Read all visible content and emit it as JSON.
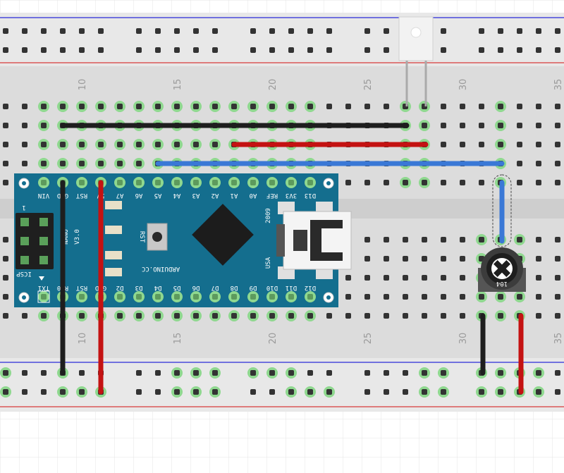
{
  "breadboard": {
    "column_numbers": [
      "10",
      "15",
      "20",
      "25",
      "30",
      "35"
    ]
  },
  "arduino": {
    "chip": "",
    "model_line1": "NANO",
    "model_line2": "V3.0",
    "brand": "ARDUINO.CC",
    "year": "2009",
    "country": "USA",
    "rst_button": "RST",
    "icsp": "ICSP",
    "pin1_mark": "1",
    "top_pins": [
      "D13",
      "3V3",
      "REF",
      "A0",
      "A1",
      "A2",
      "A3",
      "A4",
      "A5",
      "A6",
      "A7",
      "5V",
      "RST",
      "GND",
      "VIN"
    ],
    "bottom_pins": [
      "D12",
      "D11",
      "D10",
      "D9",
      "D8",
      "D7",
      "D6",
      "D5",
      "D4",
      "D3",
      "D2",
      "GND",
      "RST",
      "RX0",
      "TX1"
    ]
  },
  "potentiometer": {
    "code": "104"
  },
  "colors": {
    "wire_black": "#1e1e1e",
    "wire_red": "#c41212",
    "wire_blue": "#3a78d6",
    "board": "#146e8e",
    "rail_blue": "#2a2ad8",
    "rail_red": "#d83a3a"
  }
}
